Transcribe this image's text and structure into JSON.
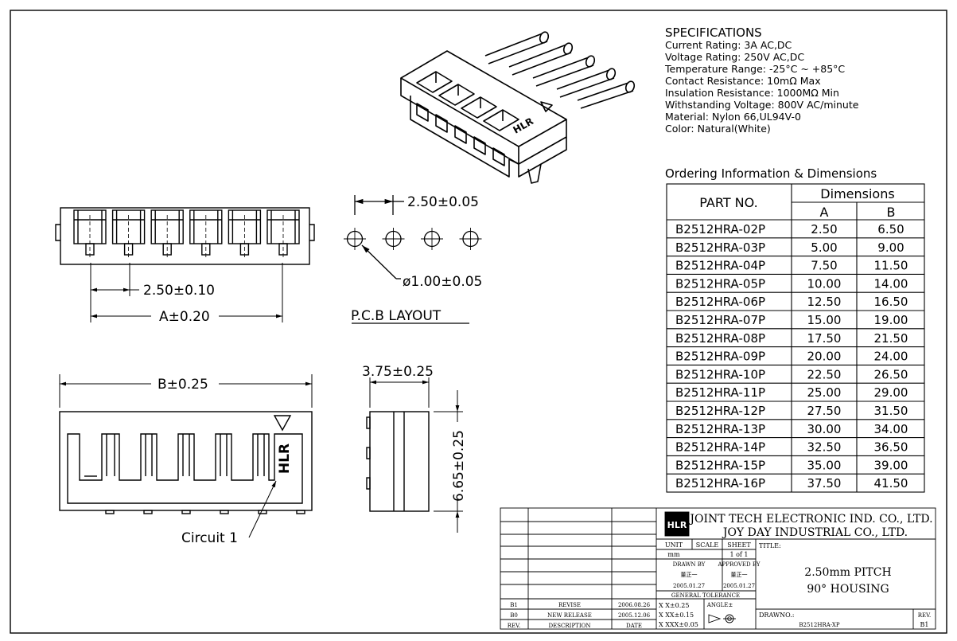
{
  "specifications": {
    "title": "SPECIFICATIONS",
    "lines": [
      "Current Rating: 3A AC,DC",
      "Voltage Rating: 250V AC,DC",
      "Temperature Range: -25°C ~ +85°C",
      "Contact Resistance: 10mΩ Max",
      "Insulation Resistance: 1000MΩ Min",
      "Withstanding Voltage: 800V AC/minute",
      "Material: Nylon 66,UL94V-0",
      "Color: Natural(White)"
    ]
  },
  "ordering": {
    "title": "Ordering Information & Dimensions",
    "col_part": "PART NO.",
    "col_dims": "Dimensions",
    "col_a": "A",
    "col_b": "B",
    "rows": [
      [
        "B2512HRA-02P",
        "2.50",
        "6.50"
      ],
      [
        "B2512HRA-03P",
        "5.00",
        "9.00"
      ],
      [
        "B2512HRA-04P",
        "7.50",
        "11.50"
      ],
      [
        "B2512HRA-05P",
        "10.00",
        "14.00"
      ],
      [
        "B2512HRA-06P",
        "12.50",
        "16.50"
      ],
      [
        "B2512HRA-07P",
        "15.00",
        "19.00"
      ],
      [
        "B2512HRA-08P",
        "17.50",
        "21.50"
      ],
      [
        "B2512HRA-09P",
        "20.00",
        "24.00"
      ],
      [
        "B2512HRA-10P",
        "22.50",
        "26.50"
      ],
      [
        "B2512HRA-11P",
        "25.00",
        "29.00"
      ],
      [
        "B2512HRA-12P",
        "27.50",
        "31.50"
      ],
      [
        "B2512HRA-13P",
        "30.00",
        "34.00"
      ],
      [
        "B2512HRA-14P",
        "32.50",
        "36.50"
      ],
      [
        "B2512HRA-15P",
        "35.00",
        "39.00"
      ],
      [
        "B2512HRA-16P",
        "37.50",
        "41.50"
      ]
    ]
  },
  "dimensions": {
    "pitch_pcb": "2.50±0.05",
    "hole_dia": "ø1.00±0.05",
    "pitch_front": "2.50±0.10",
    "dim_a": "A±0.20",
    "dim_b": "B±0.25",
    "depth": "3.75±0.25",
    "height": "6.65±0.25",
    "circuit": "Circuit 1",
    "pcb_layout": "P.C.B LAYOUT",
    "marking": "HLR"
  },
  "title_block": {
    "company1": "JOINT TECH ELECTRONIC IND. CO., LTD.",
    "company2": "JOY DAY INDUSTRIAL CO., LTD.",
    "unit_label": "UNIT",
    "unit_value": "mm",
    "scale_label": "SCALE",
    "scale_value": "",
    "sheet_label": "SHEET",
    "sheet_value": "1 of 1",
    "title_label": "TITLE:",
    "title_line1": "2.50mm PITCH",
    "title_line2": "90° HOUSING",
    "drawn_by_label": "DRAWN BY",
    "drawn_by_name": "董正一",
    "drawn_date": "2005.01.27",
    "approved_label": "APPROVED BY",
    "approved_name": "董正一",
    "approved_date": "2005.01.27",
    "tolerance_label": "GENERAL TOLERANCE",
    "tol1": "X X±0.25",
    "tol2": "X XX±0.15",
    "tol3": "X XXX±0.05",
    "angle_label": "ANGLE±",
    "drawing_no_label": "DRAWNO.:",
    "drawing_no": "B2512HRA-XP",
    "rev_label": "REV.",
    "rev_value": "B1",
    "revisions": [
      {
        "rev": "B1",
        "desc": "REVISE",
        "date": "2006.08.26"
      },
      {
        "rev": "B0",
        "desc": "NEW RELEASE",
        "date": "2005.12.06"
      }
    ],
    "rev_col": "REV.",
    "desc_col": "DESCRIPTION",
    "date_col": "DATE",
    "logo_text": "HLR"
  }
}
